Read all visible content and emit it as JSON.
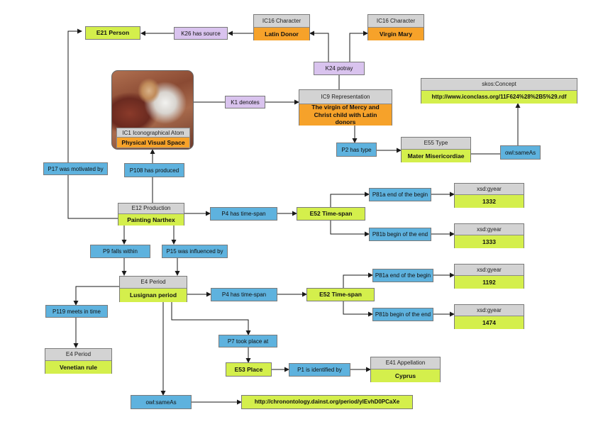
{
  "nodes": {
    "e21_person": {
      "text": "E21 Person"
    },
    "k26": {
      "text": "K26 has source"
    },
    "latin_donor": {
      "header": "IC16 Character",
      "text": "Latin Donor"
    },
    "virgin_mary": {
      "header": "IC16 Character",
      "text": "Virgin Mary"
    },
    "k24": {
      "text": "K24 potray"
    },
    "skos_concept": {
      "header": "skos:Concept",
      "text": "http://www.iconclass.org/11F624%28%2B5%29.rdf"
    },
    "ic1": {
      "header": "IC1 Iconographical Atom",
      "text": "Physical Visual Space"
    },
    "k1": {
      "text": "K1 denotes"
    },
    "ic9": {
      "header": "IC9 Representation",
      "text": "The virgin of Mercy and Christ child with Latin donors"
    },
    "e55": {
      "header": "E55 Type",
      "text": "Mater Misericordiae"
    },
    "p2": {
      "text": "P2 has type"
    },
    "owl_sameas_1": {
      "text": "owl:sameAs"
    },
    "p17": {
      "text": "P17 was motivated by"
    },
    "p108": {
      "text": "P108 has produced"
    },
    "e12": {
      "header": "E12 Production",
      "text": "Painting Narthex"
    },
    "p4_1": {
      "text": "P4 has time-span"
    },
    "e52_1": {
      "text": "E52 Time-span"
    },
    "p81a_1": {
      "text": "P81a end of the begin"
    },
    "p81b_1": {
      "text": "P81b begin of the end"
    },
    "gyear_1332": {
      "header": "xsd:gyear",
      "text": "1332"
    },
    "gyear_1333": {
      "header": "xsd:gyear",
      "text": "1333"
    },
    "p9": {
      "text": "P9 falls within"
    },
    "p15": {
      "text": "P15 was influenced by"
    },
    "e4_lusignan": {
      "header": "E4 Period",
      "text": "Lusignan period"
    },
    "p4_2": {
      "text": "P4 has time-span"
    },
    "e52_2": {
      "text": "E52 Time-span"
    },
    "p81a_2": {
      "text": "P81a end of the begin"
    },
    "p81b_2": {
      "text": "P81b begin of the end"
    },
    "gyear_1192": {
      "header": "xsd:gyear",
      "text": "1192"
    },
    "gyear_1474": {
      "header": "xsd:gyear",
      "text": "1474"
    },
    "p119": {
      "text": "P119 meets in time"
    },
    "e4_venetian": {
      "header": "E4 Period",
      "text": "Venetian rule"
    },
    "p7": {
      "text": "P7 took place at"
    },
    "e53": {
      "text": "E53 Place"
    },
    "p1": {
      "text": "P1 is identified by"
    },
    "e41": {
      "header": "E41 Appellation",
      "text": "Cyprus"
    },
    "owl_sameas_2": {
      "text": "owl:sameAs"
    },
    "chronontology": {
      "text": "http://chronontology.dainst.org/period/ylEvhD0PCaXe"
    }
  },
  "colors": {
    "class_fill": "#d4ef4c",
    "character_fill": "#f6a22a",
    "property_fill": "#5eb2de",
    "iconographic_property_fill": "#d9c3ee",
    "header_fill": "#d3d3d3",
    "edge": "#1a1a1a"
  }
}
